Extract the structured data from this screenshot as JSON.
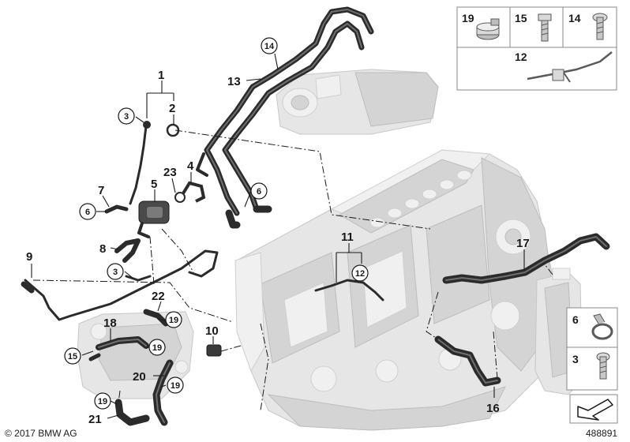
{
  "diagram": {
    "plain_callouts": [
      {
        "id": "c1",
        "label": "1"
      },
      {
        "id": "c2",
        "label": "2"
      },
      {
        "id": "c4",
        "label": "4"
      },
      {
        "id": "c5",
        "label": "5"
      },
      {
        "id": "c7",
        "label": "7"
      },
      {
        "id": "c8",
        "label": "8"
      },
      {
        "id": "c9",
        "label": "9"
      },
      {
        "id": "c10",
        "label": "10"
      },
      {
        "id": "c11",
        "label": "11"
      },
      {
        "id": "c13",
        "label": "13"
      },
      {
        "id": "c16",
        "label": "16"
      },
      {
        "id": "c17",
        "label": "17"
      },
      {
        "id": "c18",
        "label": "18"
      },
      {
        "id": "c20",
        "label": "20"
      },
      {
        "id": "c21",
        "label": "21"
      },
      {
        "id": "c22",
        "label": "22"
      },
      {
        "id": "c23",
        "label": "23"
      }
    ],
    "circled_callouts": [
      {
        "id": "cc14",
        "label": "14"
      },
      {
        "id": "cc3a",
        "label": "3"
      },
      {
        "id": "cc6a",
        "label": "6"
      },
      {
        "id": "cc6b",
        "label": "6"
      },
      {
        "id": "cc3b",
        "label": "3"
      },
      {
        "id": "cc12",
        "label": "12"
      },
      {
        "id": "cc19a",
        "label": "19"
      },
      {
        "id": "cc19b",
        "label": "19"
      },
      {
        "id": "cc15",
        "label": "15"
      },
      {
        "id": "cc19c",
        "label": "19"
      },
      {
        "id": "cc19d",
        "label": "19"
      }
    ],
    "kit_top": [
      {
        "id": "k19",
        "label": "19",
        "part": "hose-clamp"
      },
      {
        "id": "k15",
        "label": "15",
        "part": "hex-bolt"
      },
      {
        "id": "k14",
        "label": "14",
        "part": "torx-bolt"
      },
      {
        "id": "k12",
        "label": "12",
        "part": "cable-tie-holder"
      }
    ],
    "kit_right": [
      {
        "id": "k6",
        "label": "6",
        "part": "spring-clamp"
      },
      {
        "id": "k3",
        "label": "3",
        "part": "torx-bolt"
      }
    ]
  },
  "footer": {
    "copyright": "© 2017 BMW AG",
    "diagram_number": "488891"
  },
  "colors": {
    "line": "#1a1a1a",
    "hose": "#2b2b2b",
    "engine_fill": "#e6e6e6",
    "kit_border": "#8a8a8a"
  }
}
